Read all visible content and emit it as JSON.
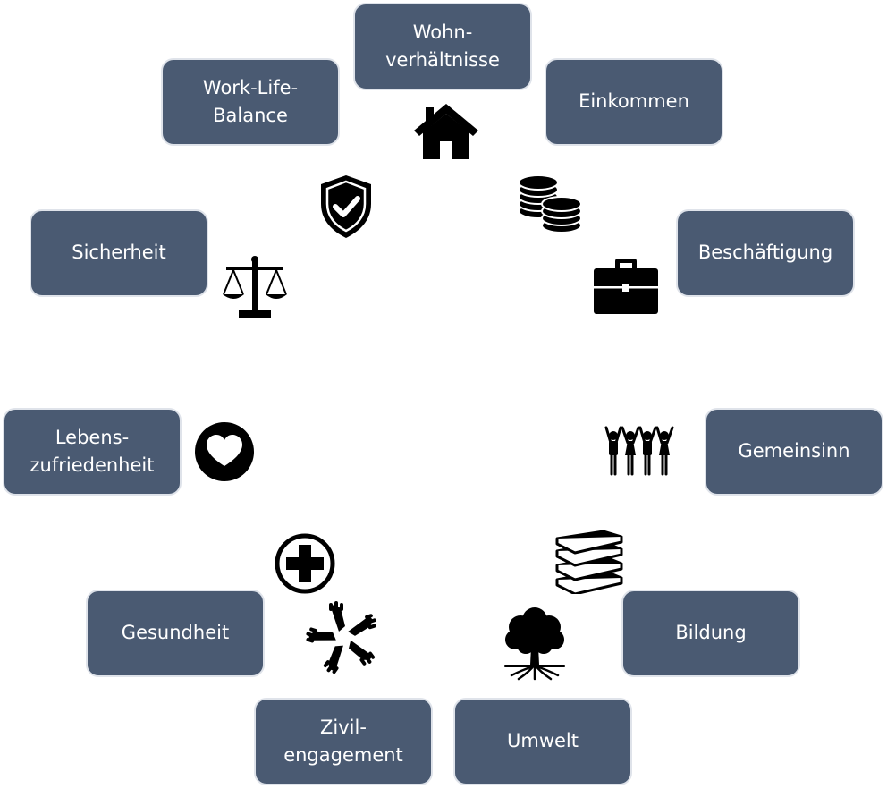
{
  "colors": {
    "box_fill": "#4a5a72",
    "box_text": "#ffffff",
    "icon": "#000000"
  },
  "topics": {
    "wohnverhaeltnisse": "Wohn-\nverhältnisse",
    "work_life_balance": "Work-Life-\nBalance",
    "einkommen": "Einkommen",
    "sicherheit": "Sicherheit",
    "beschaeftigung": "Beschäftigung",
    "lebenszufriedenheit": "Lebens-\nzufriedenheit",
    "gemeinsinn": "Gemeinsinn",
    "gesundheit": "Gesundheit",
    "bildung": "Bildung",
    "zivilengagement": "Zivil-\nengagement",
    "umwelt": "Umwelt"
  },
  "icons": [
    "house-icon",
    "coins-icon",
    "shield-check-icon",
    "scales-icon",
    "briefcase-icon",
    "heart-icon",
    "people-group-icon",
    "books-icon",
    "medical-cross-icon",
    "hands-circle-icon",
    "tree-icon"
  ]
}
